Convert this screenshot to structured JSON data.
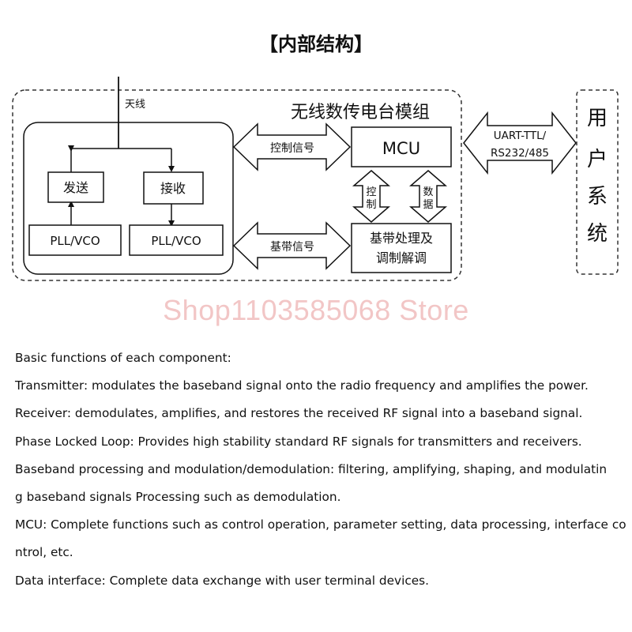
{
  "title": "【内部结构】",
  "diagram": {
    "antenna_label": "天线",
    "module_label": "无线数传电台模组",
    "blocks": {
      "transmit": "发送",
      "receive": "接收",
      "pll_left": "PLL/VCO",
      "pll_right": "PLL/VCO",
      "mcu": "MCU",
      "baseband_line1": "基带处理及",
      "baseband_line2": "调制解调",
      "user_chars": [
        "用",
        "户",
        "系",
        "统"
      ]
    },
    "arrows": {
      "control_signal": "控制信号",
      "baseband_signal": "基带信号",
      "control_chars": [
        "控",
        "制"
      ],
      "data_chars": [
        "数",
        "据"
      ],
      "interface_line1": "UART-TTL/",
      "interface_line2": "RS232/485"
    }
  },
  "watermark": "Shop1103585068 Store",
  "description": {
    "lines": [
      "Basic functions of each component:",
      "Transmitter: modulates the baseband signal onto the radio frequency and amplifies the power.",
      "Receiver: demodulates, amplifies, and restores the received RF signal into a baseband signal.",
      "Phase Locked Loop: Provides high stability standard RF signals for transmitters and receivers.",
      "Baseband processing and modulation/demodulation: filtering, amplifying, shaping, and modulatin",
      "g baseband signals Processing such as demodulation.",
      "MCU: Complete functions such as control operation, parameter setting, data processing, interface co",
      "ntrol, etc.",
      "Data interface: Complete data exchange with user terminal devices."
    ]
  }
}
